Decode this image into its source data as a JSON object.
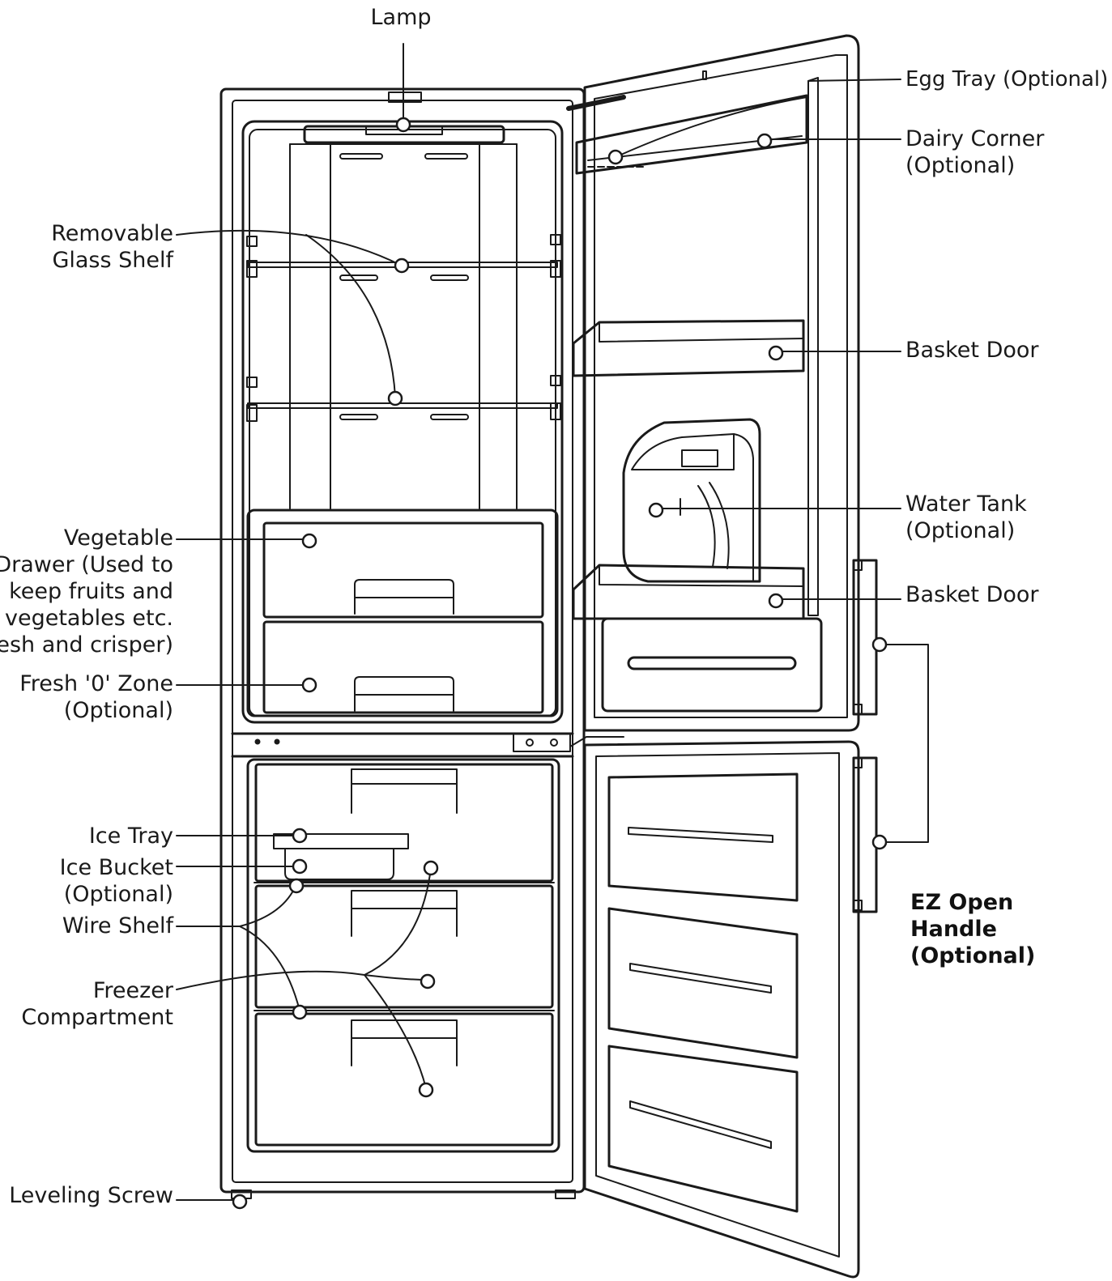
{
  "labels": {
    "lamp": [
      "Lamp"
    ],
    "removable_glass_shelf": [
      "Removable",
      "Glass Shelf"
    ],
    "vegetable_drawer": [
      "Vegetable",
      "Drawer (Used to",
      "keep fruits and",
      "vegetables etc.",
      "fresh and crisper)"
    ],
    "fresh_zone": [
      "Fresh '0' Zone",
      "(Optional)"
    ],
    "ice_tray": [
      "Ice Tray"
    ],
    "ice_bucket": [
      "Ice Bucket",
      "(Optional)"
    ],
    "wire_shelf": [
      "Wire Shelf"
    ],
    "freezer_compartment": [
      "Freezer",
      "Compartment"
    ],
    "leveling_screw": [
      "Leveling Screw"
    ],
    "egg_tray": [
      "Egg Tray (Optional)"
    ],
    "dairy_corner": [
      "Dairy Corner",
      "(Optional)"
    ],
    "basket_door_upper": [
      "Basket Door"
    ],
    "water_tank": [
      "Water Tank",
      "(Optional)"
    ],
    "basket_door_lower": [
      "Basket Door"
    ],
    "ez_open_handle": [
      "EZ Open",
      "Handle",
      "(Optional)"
    ]
  },
  "colors": {
    "line": "#1a1a1a",
    "background": "#ffffff"
  }
}
